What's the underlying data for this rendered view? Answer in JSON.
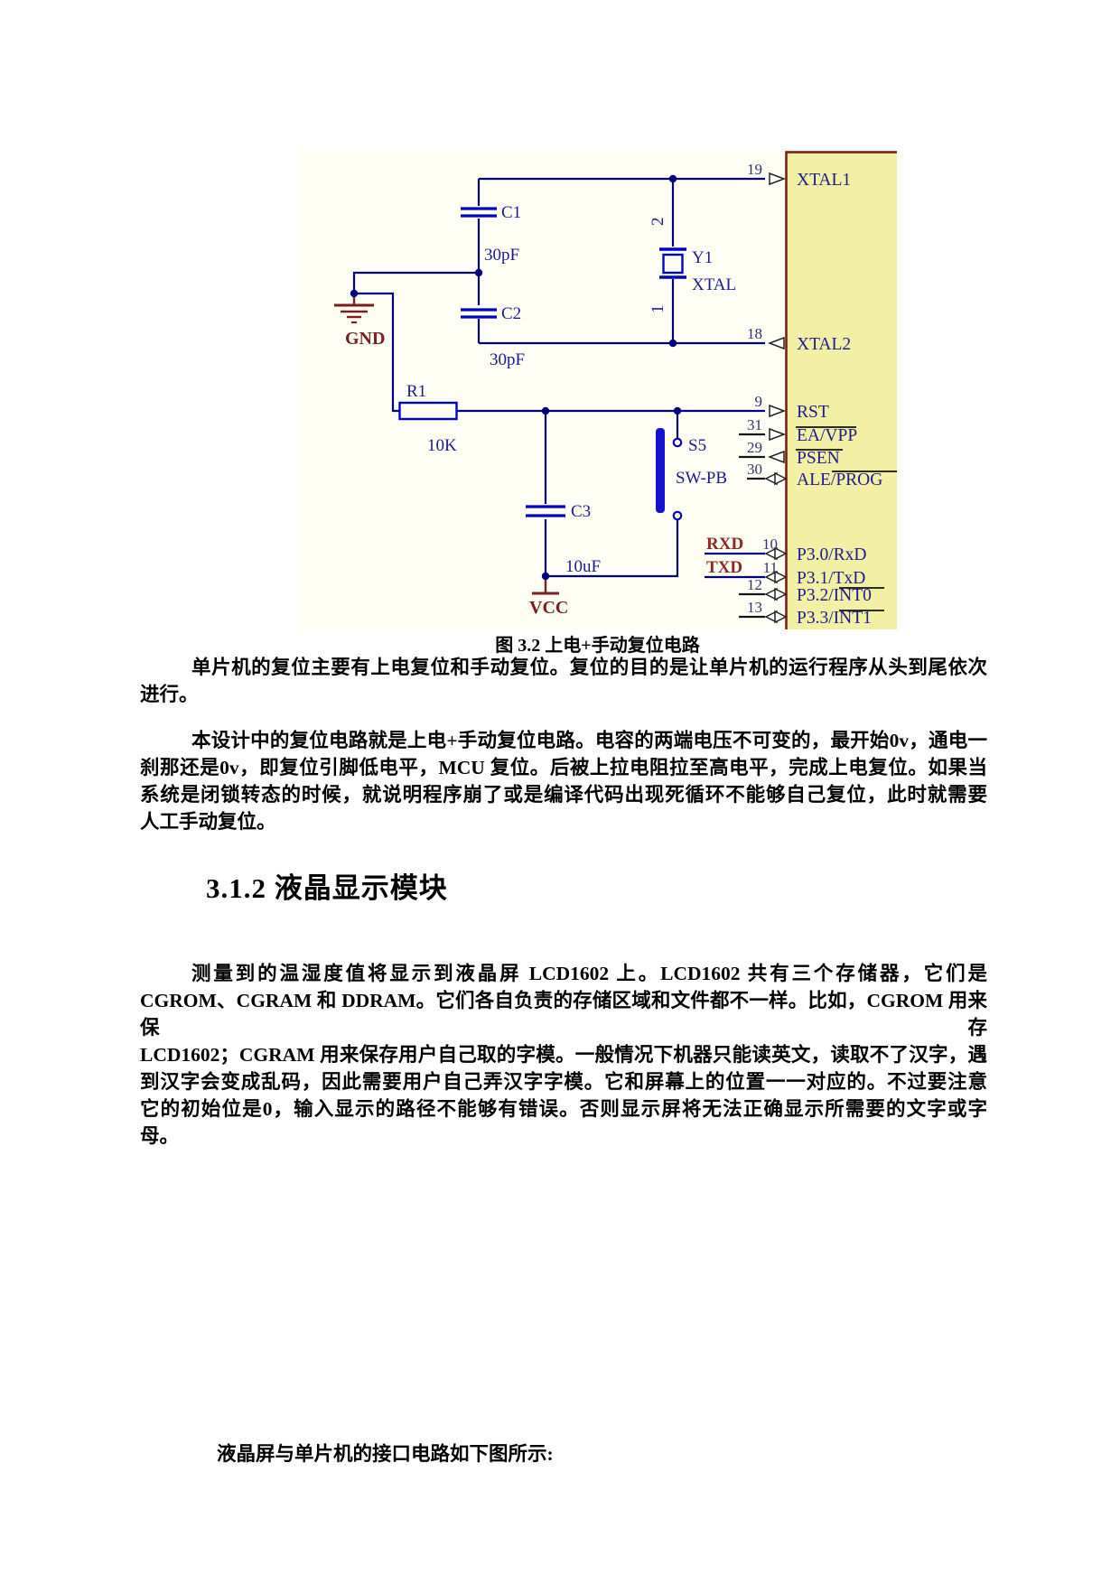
{
  "figure": {
    "caption": "图 3.2 上电+手动复位电路",
    "colors": {
      "figure_bg": "#fffef4",
      "ic_block_fill": "#f3f0a5",
      "ic_block_border": "#7b2018",
      "wire": "#00007d",
      "component_outline": "#0000c4",
      "switch_blue": "#1313cf",
      "power_red": "#7a1f1f",
      "net_label_red": "#8b2a1e",
      "pin_label_navy": "#1b1b8f"
    },
    "components": {
      "c1": "C1",
      "c1_value": "30pF",
      "c2": "C2",
      "c2_value": "30pF",
      "y1": "Y1",
      "y1_type": "XTAL",
      "y1_pin_top": "2",
      "y1_pin_bottom": "1",
      "gnd": "GND",
      "r1": "R1",
      "r1_value": "10K",
      "c3": "C3",
      "c3_value": "10uF",
      "vcc": "VCC",
      "s5": "S5",
      "s5_type": "SW-PB",
      "rxd": "RXD",
      "txd": "TXD"
    },
    "pins": [
      {
        "num": "19",
        "name": "XTAL1"
      },
      {
        "num": "18",
        "name": "XTAL2"
      },
      {
        "num": "9",
        "name": "RST"
      },
      {
        "num": "31",
        "name": "EA/VPP"
      },
      {
        "num": "29",
        "name": "PSEN"
      },
      {
        "num": "30",
        "name": "ALE/PROG"
      },
      {
        "num": "10",
        "name": "P3.0/RxD"
      },
      {
        "num": "11",
        "name": "P3.1/TxD"
      },
      {
        "num": "12",
        "name": "P3.2/INT0"
      },
      {
        "num": "13",
        "name": "P3.3/INT1"
      }
    ]
  },
  "content": {
    "heading": "3.1.2 液晶显示模块",
    "para1": [
      "单片机的复位主要有上电复位和手动复位。复位的目的是让单片机的运行程序从头到尾依次",
      "进行。"
    ],
    "para2": [
      "本设计中的复位电路就是上电+手动复位电路。电容的两端电压不可变的，最开始0v，通电一",
      "刹那还是0v，即复位引脚低电平，MCU 复位。后被上拉电阻拉至高电平，完成上电复位。如果当",
      "系统是闭锁转态的时候，就说明程序崩了或是编译代码出现死循环不能够自己复位，此时就需要",
      "人工手动复位。"
    ],
    "para3": [
      "测量到的温湿度值将显示到液晶屏 LCD1602 上。LCD1602 共有三个存储器，它们是",
      "CGROM、CGRAM 和 DDRAM。它们各自负责的存储区域和文件都不一样。比如，CGROM 用来保存",
      "LCD1602；CGRAM 用来保存用户自己取的字模。一般情况下机器只能读英文，读取不了汉字，遇",
      "到汉字会变成乱码，因此需要用户自己弄汉字字模。它和屏幕上的位置一一对应的。不过要注意",
      "它的初始位是0，输入显示的路径不能够有错误。否则显示屏将无法正确显示所需要的文字或字",
      "母。"
    ],
    "closing": "液晶屏与单片机的接口电路如下图所示:"
  }
}
